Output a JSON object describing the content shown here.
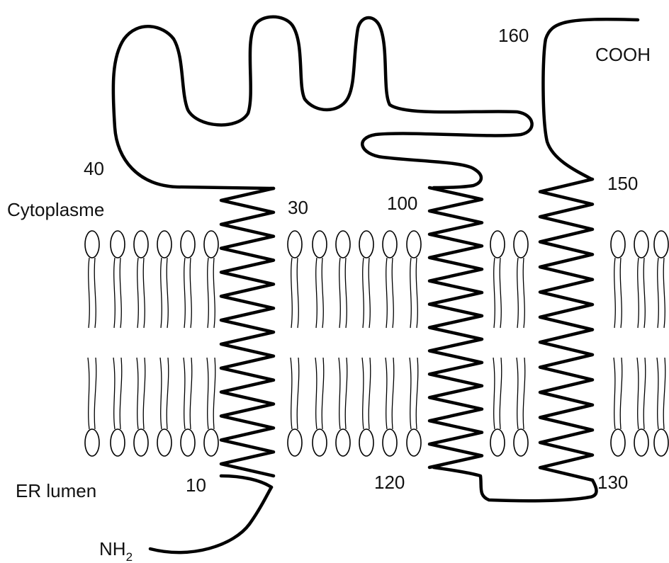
{
  "labels": {
    "cytoplasm": "Cytoplasme",
    "er_lumen": "ER lumen",
    "n_terminus": "NH",
    "n_terminus_sub": "2",
    "c_terminus": "COOH"
  },
  "residue_numbers": {
    "r10": "10",
    "r30": "30",
    "r40": "40",
    "r100": "100",
    "r120": "120",
    "r130": "130",
    "r150": "150",
    "r160": "160"
  },
  "colors": {
    "line": "#000000",
    "background": "#ffffff"
  }
}
